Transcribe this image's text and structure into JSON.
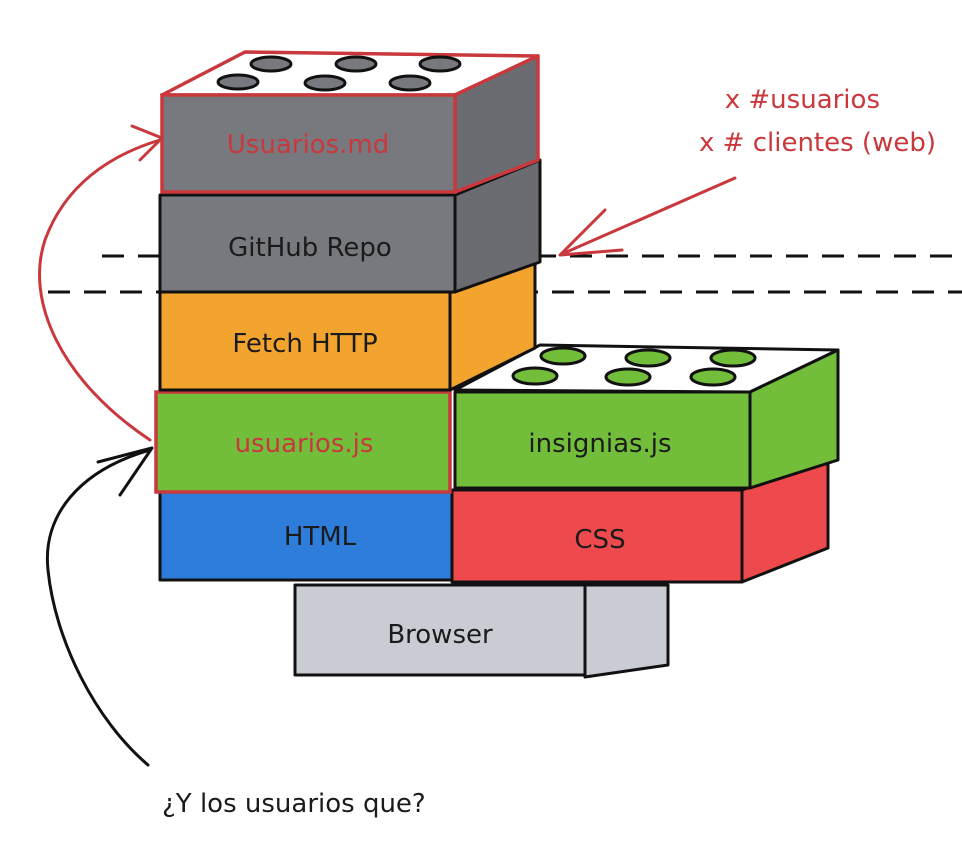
{
  "blocks": {
    "usuarios_md": {
      "label": "Usuarios.md",
      "color": "#77797f",
      "side_color": "#6a6c72",
      "top_color": "#ffffff",
      "label_color": "#c8383d",
      "outline_color": "#c8383d"
    },
    "github_repo": {
      "label": "GitHub Repo",
      "color": "#77797f",
      "side_color": "#6a6c72",
      "label_color": "#1b1b1b"
    },
    "fetch_http": {
      "label": "Fetch HTTP",
      "color": "#f2a42f",
      "side_color": "#f2a42f",
      "label_color": "#1b1b1b"
    },
    "usuarios_js": {
      "label": "usuarios.js",
      "color": "#72bd3a",
      "label_color": "#c8383d",
      "outline_color": "#c8383d"
    },
    "insignias_js": {
      "label": "insignias.js",
      "color": "#72bd3a",
      "side_color": "#72bd3a",
      "top_color": "#ffffff",
      "stud_color": "#72bd3a",
      "label_color": "#1b1b1b"
    },
    "html": {
      "label": "HTML",
      "color": "#2f7ddb",
      "label_color": "#1b1b1b"
    },
    "css": {
      "label": "CSS",
      "color": "#ee4a4d",
      "side_color": "#ee4a4d",
      "label_color": "#1b1b1b"
    },
    "browser": {
      "label": "Browser",
      "color": "#c9ccd2",
      "side_color": "#c9ccd2",
      "label_color": "#1b1b1b"
    }
  },
  "annotations": {
    "capacity_line1": "x #usuarios",
    "capacity_line2": "x # clientes (web)",
    "question": "¿Y los usuarios que?",
    "red_color": "#c8383d",
    "dark_color": "#111111"
  }
}
